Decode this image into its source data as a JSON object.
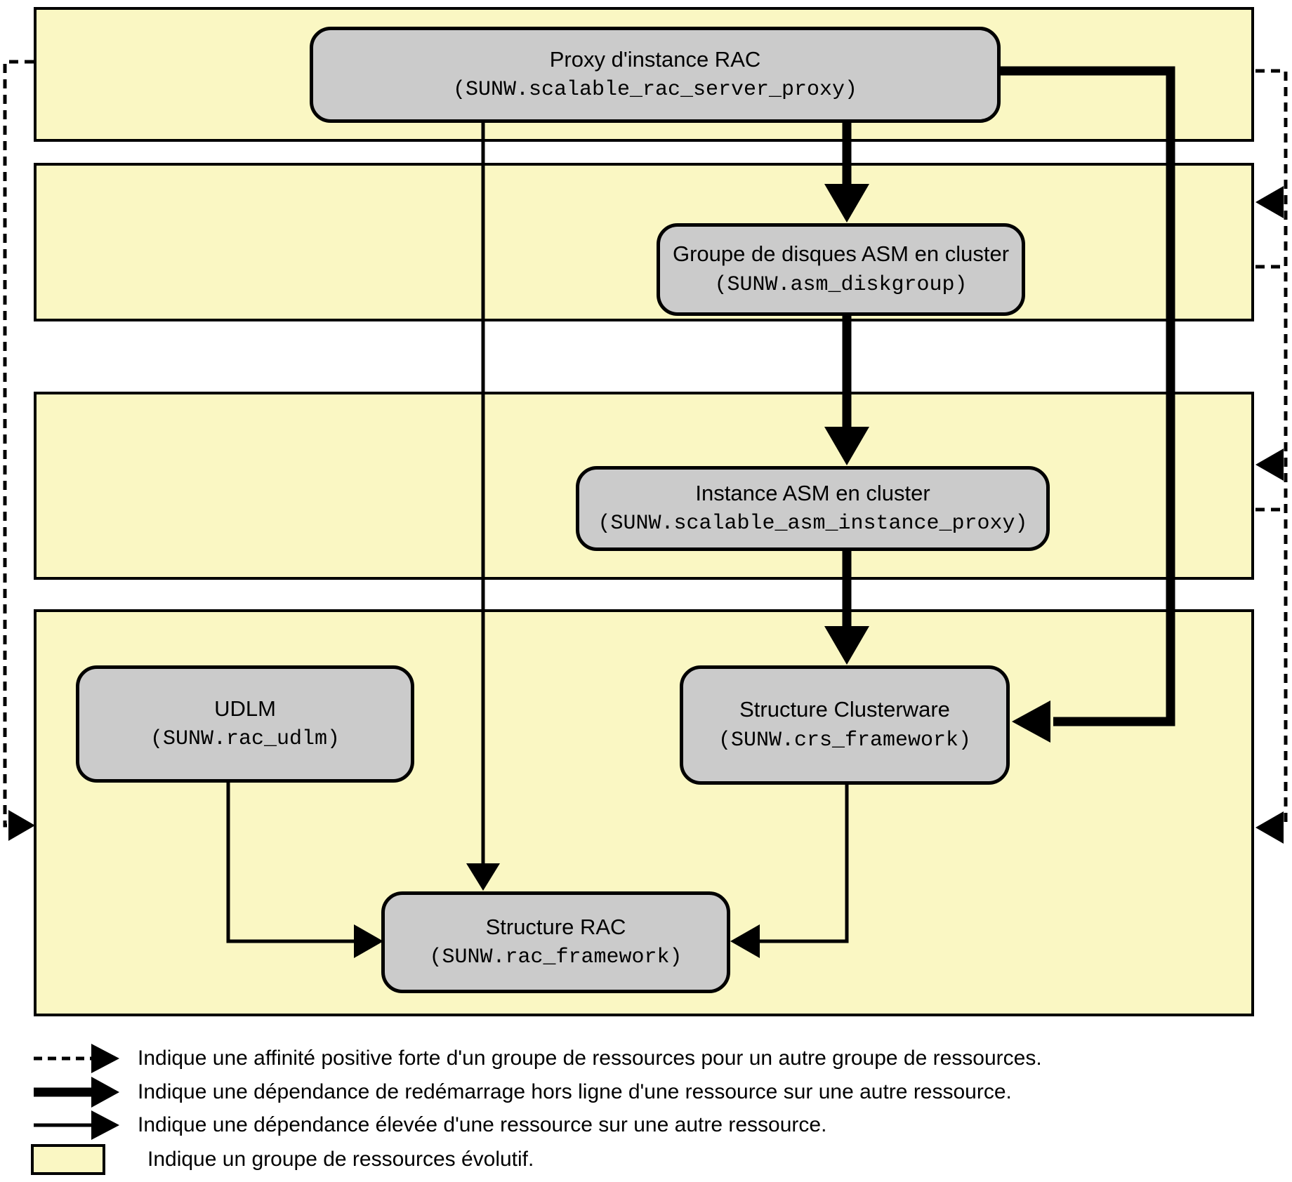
{
  "colors": {
    "band_fill": "#FAF7C3",
    "node_fill": "#CBCBCB",
    "line": "#000000",
    "background": "#FFFFFF"
  },
  "nodes": [
    {
      "id": "rac-instance-proxy",
      "title": "Proxy d'instance RAC",
      "subtitle": "(SUNW.scalable_rac_server_proxy)"
    },
    {
      "id": "asm-diskgroup",
      "title": "Groupe de disques ASM en cluster",
      "subtitle": "(SUNW.asm_diskgroup)"
    },
    {
      "id": "asm-instance",
      "title": "Instance ASM en cluster",
      "subtitle": "(SUNW.scalable_asm_instance_proxy)"
    },
    {
      "id": "udlm",
      "title": "UDLM",
      "subtitle": "(SUNW.rac_udlm)"
    },
    {
      "id": "clusterware-framework",
      "title": "Structure Clusterware",
      "subtitle": "(SUNW.crs_framework)"
    },
    {
      "id": "rac-framework",
      "title": "Structure RAC",
      "subtitle": "(SUNW.rac_framework)"
    }
  ],
  "legend": {
    "items": [
      {
        "symbol": "dashed-arrow",
        "text": "Indique une affinité positive forte d'un groupe de ressources pour un autre groupe de ressources."
      },
      {
        "symbol": "thick-arrow",
        "text": "Indique une dépendance de redémarrage hors ligne d'une ressource sur une autre ressource."
      },
      {
        "symbol": "thin-arrow",
        "text": "Indique une dépendance élevée d'une ressource sur une autre ressource."
      },
      {
        "symbol": "group-box",
        "text": "Indique un groupe de ressources évolutif."
      }
    ]
  }
}
